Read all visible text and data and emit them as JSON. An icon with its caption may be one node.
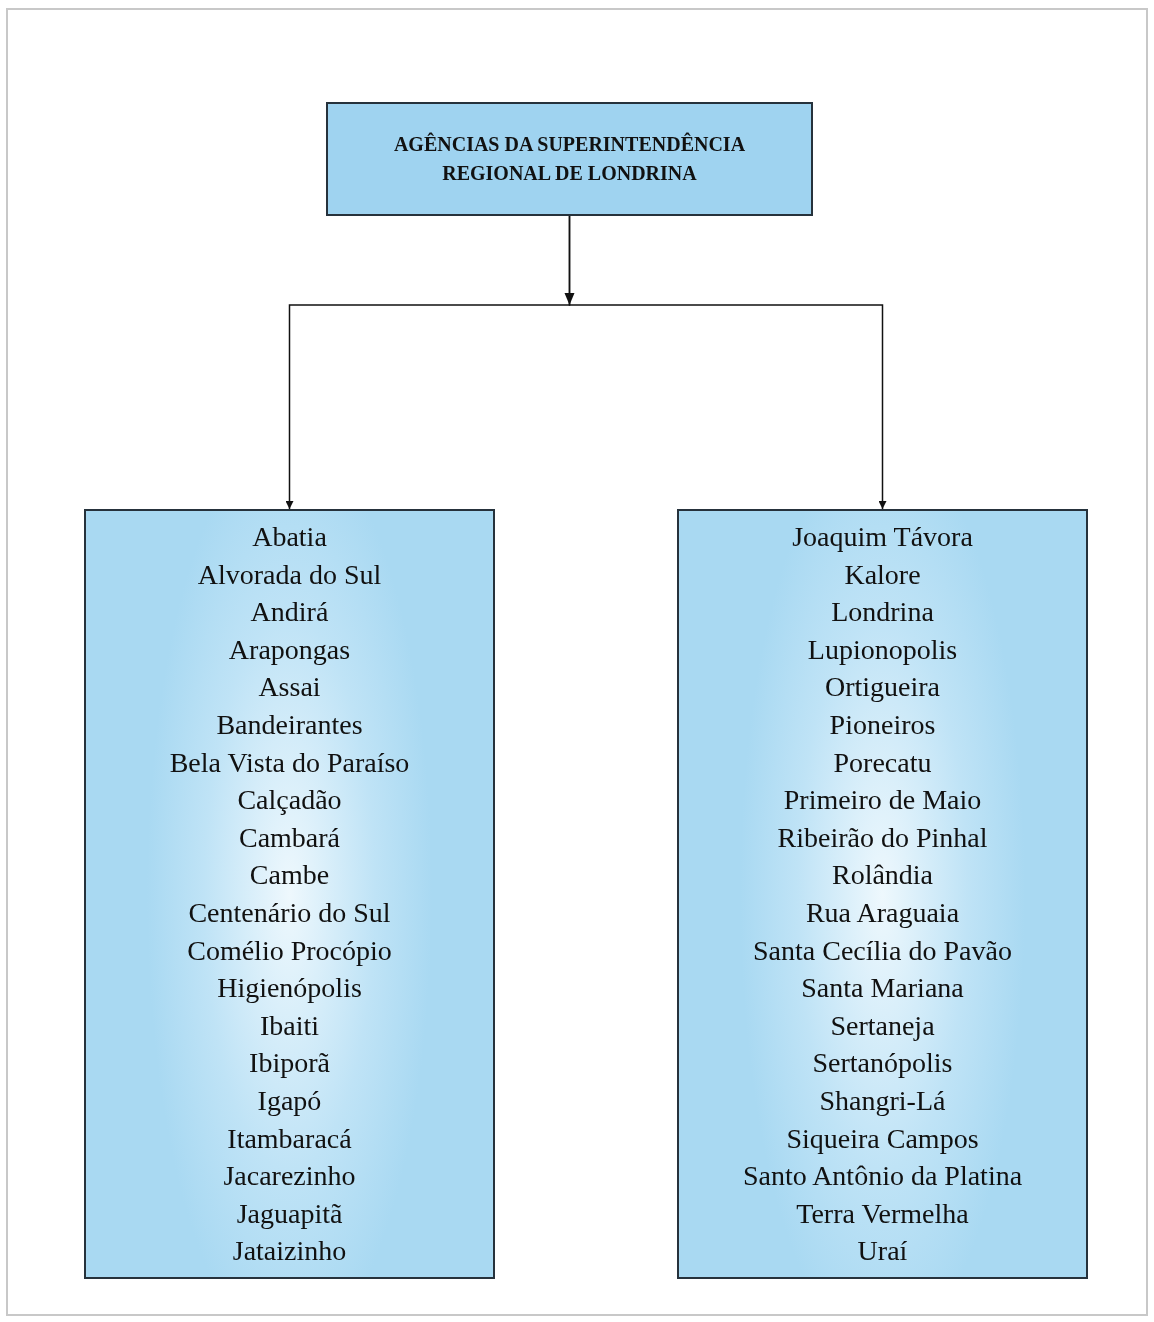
{
  "diagram": {
    "nodes": [
      {
        "text": [
          "AGÊNCIAS DA SUPERINTENDÊNCIA REGIONAL DE LONDRINA"
        ]
      },
      {
        "text": [
          "Abatia",
          "Alvorada do Sul",
          "Andirá",
          "Arapongas",
          "Assai",
          "Bandeirantes",
          "Bela Vista do Paraíso",
          "Calçadão",
          "Cambará",
          "Cambe",
          "Centenário do Sul",
          "Comélio Procópio",
          "Higienópolis",
          "Ibaiti",
          "Ibiporã",
          "Igapó",
          "Itambaracá",
          "Jacarezinho",
          "Jaguapitã",
          "Jataizinho"
        ]
      },
      {
        "text": [
          "Joaquim Távora",
          "Kalore",
          "Londrina",
          "Lupionopolis",
          "Ortigueira",
          "Pioneiros",
          "Porecatu",
          "Primeiro de Maio",
          "Ribeirão do Pinhal",
          "Rolândia",
          "Rua Araguaia",
          "Santa Cecília do Pavão",
          "Santa Mariana",
          "Sertaneja",
          "Sertanópolis",
          "Shangri-Lá",
          "Siqueira Campos",
          "Santo Antônio da Platina",
          "Terra Vermelha",
          "Uraí"
        ]
      }
    ],
    "edges": [
      {
        "from": 0,
        "to": 1,
        "arrow": "to"
      },
      {
        "from": 0,
        "to": 2,
        "arrow": "to"
      }
    ]
  }
}
